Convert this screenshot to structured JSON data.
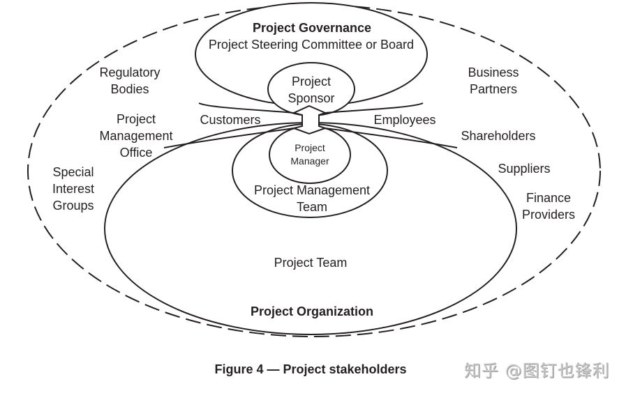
{
  "governance": {
    "title": "Project Governance",
    "subtitle": "Project Steering Committee or Board"
  },
  "sponsor": {
    "line1": "Project",
    "line2": "Sponsor"
  },
  "manager": {
    "line1": "Project",
    "line2": "Manager"
  },
  "pm_team": {
    "line1": "Project Management",
    "line2": "Team"
  },
  "project_team": "Project Team",
  "organization": "Project Organization",
  "left": {
    "regulatory": {
      "line1": "Regulatory",
      "line2": "Bodies"
    },
    "pmo": {
      "line1": "Project",
      "line2": "Management",
      "line3": "Office"
    },
    "special": {
      "line1": "Special",
      "line2": "Interest",
      "line3": "Groups"
    },
    "customers": "Customers"
  },
  "right": {
    "business": {
      "line1": "Business",
      "line2": "Partners"
    },
    "employees": "Employees",
    "shareholders": "Shareholders",
    "suppliers": "Suppliers",
    "finance": {
      "line1": "Finance",
      "line2": "Providers"
    }
  },
  "caption": "Figure 4 — Project stakeholders",
  "watermark": "知乎 @图钉也锋利"
}
